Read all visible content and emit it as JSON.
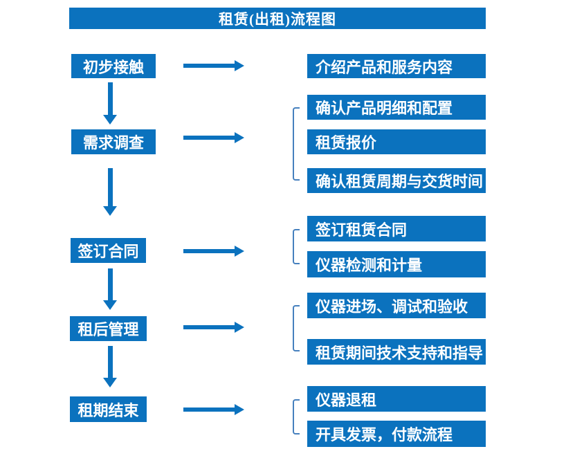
{
  "title": "租赁(出租)流程图",
  "colors": {
    "primary": "#0B72BE",
    "bracket": "#4680BE"
  },
  "steps": [
    {
      "label": "初步接触"
    },
    {
      "label": "需求调查"
    },
    {
      "label": "签订合同"
    },
    {
      "label": "租后管理"
    },
    {
      "label": "租期结束"
    }
  ],
  "details": [
    {
      "label": "介绍产品和服务内容"
    },
    {
      "label": "确认产品明细和配置"
    },
    {
      "label": "租赁报价"
    },
    {
      "label": "确认租赁周期与交货时间"
    },
    {
      "label": "签订租赁合同"
    },
    {
      "label": "仪器检测和计量"
    },
    {
      "label": "仪器进场、调试和验收"
    },
    {
      "label": "租赁期间技术支持和指导"
    },
    {
      "label": "仪器退租"
    },
    {
      "label": "开具发票，付款流程"
    }
  ]
}
